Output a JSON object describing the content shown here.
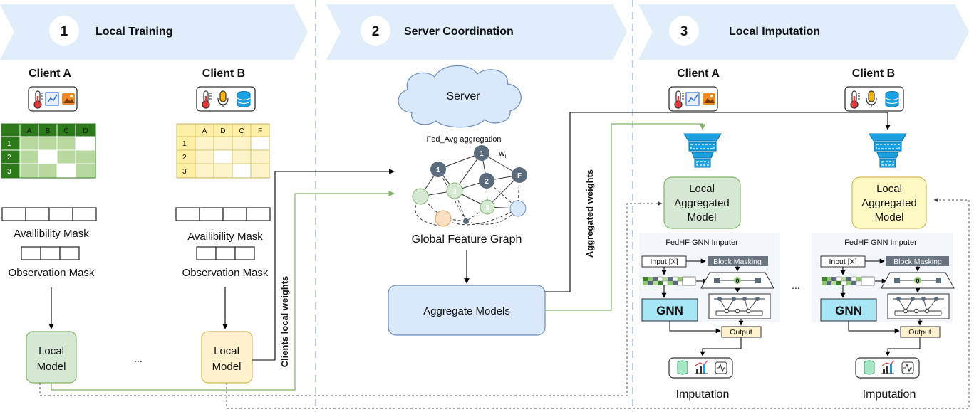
{
  "stages": [
    {
      "number": "1",
      "title": "Local Training"
    },
    {
      "number": "2",
      "title": "Server Coordination"
    },
    {
      "number": "3",
      "title": "Local Imputation"
    }
  ],
  "training": {
    "client_a": {
      "label": "Client A",
      "table_cols": [
        "A",
        "B",
        "C",
        "D"
      ],
      "table_rows": [
        "1",
        "2",
        "3"
      ],
      "model_line1": "Local",
      "model_line2": "Model"
    },
    "client_b": {
      "label": "Client B",
      "table_cols": [
        "A",
        "D",
        "C",
        "F"
      ],
      "table_rows": [
        "1",
        "2",
        "3"
      ],
      "model_line1": "Local",
      "model_line2": "Model"
    },
    "availability_mask": "Availibility Mask",
    "observation_mask": "Observation Mask",
    "ellipsis": "...",
    "weights_label": "Clients local weights"
  },
  "server": {
    "cloud_label": "Server",
    "aggregation_label": "Fed_Avg aggregation",
    "weight_symbol": "w",
    "weight_subscript": "ij",
    "graph_caption": "Global Feature Graph",
    "nodes": [
      "1",
      "1",
      "2",
      "F",
      "3",
      "3"
    ],
    "aggregate_label": "Aggregate Models",
    "aggregated_weights_label": "Aggregated weights"
  },
  "imputation": {
    "client_a": "Client A",
    "client_b": "Client B",
    "model_line1": "Local",
    "model_line2": "Aggregated",
    "model_line3": "Model",
    "imputer_title": "FedHF GNN Imputer",
    "input_label": "Input [X]",
    "block_masking": "Block Masking",
    "zero": "0",
    "gnn": "GNN",
    "output": "Output",
    "result_label": "Imputation",
    "ellipsis": "..."
  },
  "colors": {
    "banner": "#dfeefa",
    "green_fill": "#d5e8d4",
    "green_stroke": "#82b366",
    "yellow_fill": "#fff2cc",
    "yellow_stroke": "#d6b656",
    "blue_fill": "#dae8fc",
    "node_dark": "#5a6b7d",
    "gnn_fill": "#a7e6f4",
    "funnel": "#1ba1e2"
  }
}
